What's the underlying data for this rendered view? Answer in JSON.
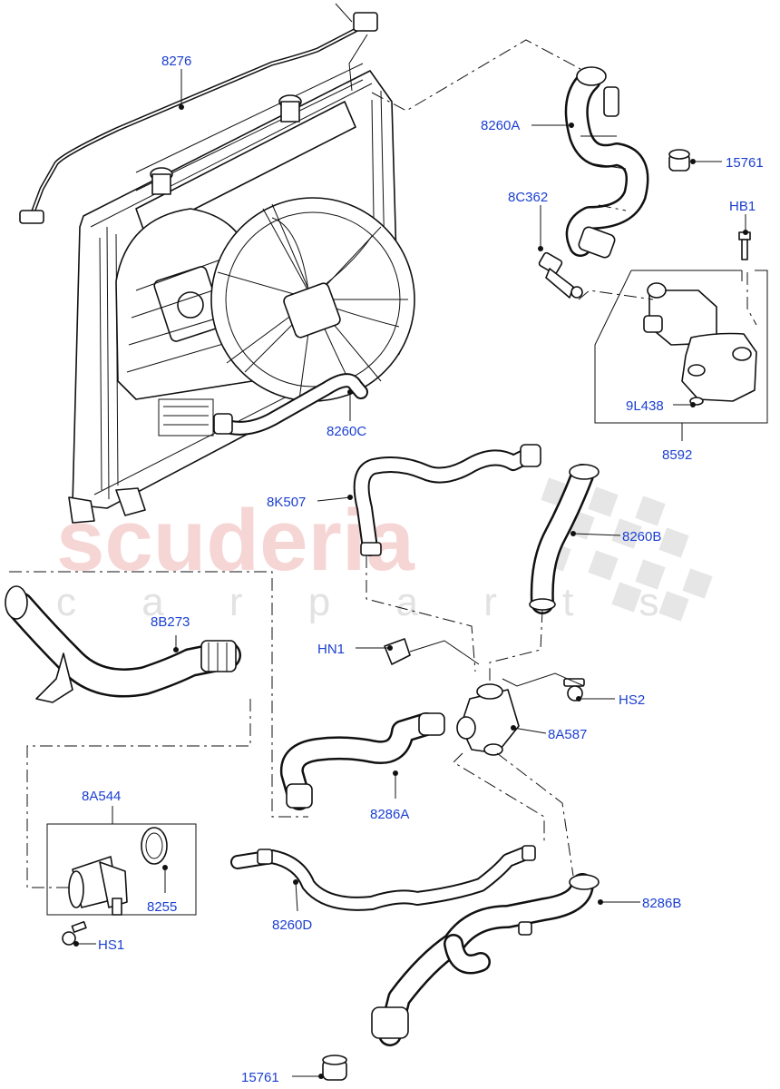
{
  "watermark": {
    "brand": "scuderia",
    "tagline": "c a r p a r t s"
  },
  "callouts": {
    "c8276": "8276",
    "c8260A": "8260A",
    "c15761_top": "15761",
    "c8C362": "8C362",
    "cHB1": "HB1",
    "c9L438": "9L438",
    "c8592": "8592",
    "c8260C": "8260C",
    "c8K507": "8K507",
    "c8260B": "8260B",
    "c8B273": "8B273",
    "cHN1": "HN1",
    "cHS2": "HS2",
    "c8A587": "8A587",
    "c8286A": "8286A",
    "c8A544": "8A544",
    "c8255": "8255",
    "c8260D": "8260D",
    "c8286B": "8286B",
    "cHS1": "HS1",
    "c15761_bottom": "15761"
  },
  "colors": {
    "label": "#1b3fd1",
    "line": "#111111",
    "watermark_red": "#f4c8c8",
    "watermark_grey": "#e2e2e2"
  }
}
